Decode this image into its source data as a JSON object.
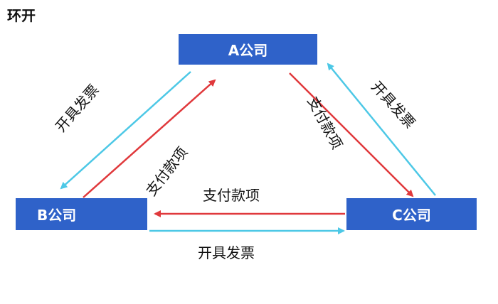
{
  "title": "环开",
  "nodes": {
    "a": "A公司",
    "b": "B公司",
    "c": "C公司"
  },
  "edges": {
    "invoice_a_to_b": "开具发票",
    "payment_b_to_a": "支付款项",
    "payment_a_to_c": "支付款项",
    "invoice_c_to_a": "开具发票",
    "payment_c_to_b": "支付款项",
    "invoice_b_to_c": "开具发票"
  },
  "colors": {
    "node_fill": "#2f62c9",
    "payment_arrow": "#e0393c",
    "invoice_arrow": "#4dc8e6"
  }
}
